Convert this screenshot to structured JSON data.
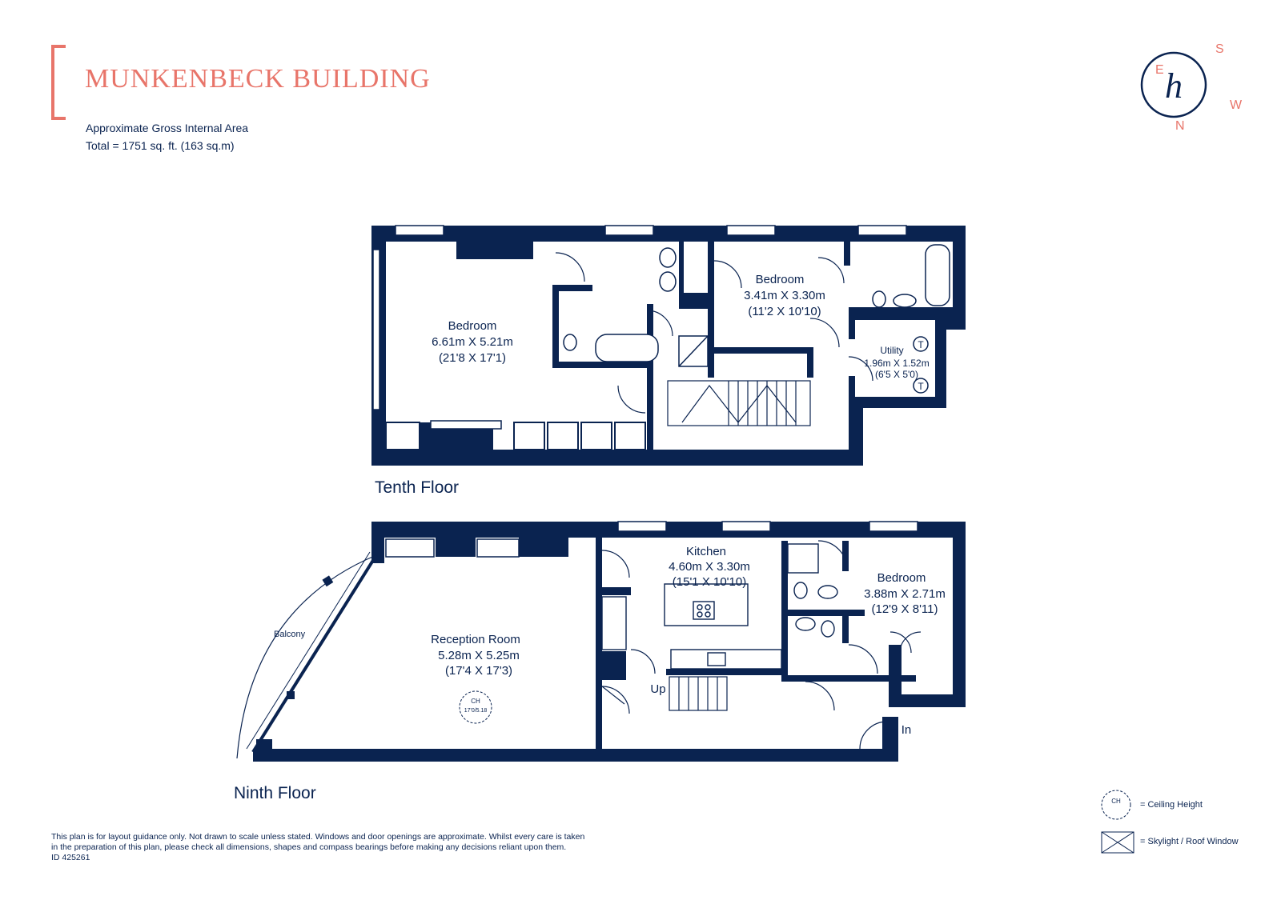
{
  "header": {
    "title": "MUNKENBECK BUILDING",
    "area_label": "Approximate Gross Internal Area",
    "area_total": "Total  =  1751 sq. ft. (163 sq.m)"
  },
  "compass": {
    "north": "N",
    "south": "S",
    "east": "E",
    "west": "W",
    "logo_glyph": "h"
  },
  "tenth_floor": {
    "label": "Tenth Floor",
    "rooms": [
      {
        "name": "Bedroom",
        "dims_m": "6.61m X 5.21m",
        "dims_ft": "(21'8 X 17'1)"
      },
      {
        "name": "Bedroom",
        "dims_m": "3.41m X 3.30m",
        "dims_ft": "(11'2 X 10'10)"
      },
      {
        "name": "Utility",
        "dims_m": "1.96m X 1.52m",
        "dims_ft": "(6'5 X 5'0)"
      }
    ],
    "tank_marker": "T"
  },
  "ninth_floor": {
    "label": "Ninth Floor",
    "rooms": [
      {
        "name": "Kitchen",
        "dims_m": "4.60m X 3.30m",
        "dims_ft": "(15'1 X 10'10)"
      },
      {
        "name": "Bedroom",
        "dims_m": "3.88m X 2.71m",
        "dims_ft": "(12'9 X 8'11)"
      },
      {
        "name": "Reception Room",
        "dims_m": "5.28m X 5.25m",
        "dims_ft": "(17'4 X 17'3)"
      }
    ],
    "balcony": "Balcony",
    "up_label": "Up",
    "entrance_label": "In",
    "ceiling_height": {
      "code": "CH",
      "value": "17'0/5.18"
    }
  },
  "legend": {
    "ch_code": "CH",
    "ch_text": "= Ceiling Height",
    "skylight_text": "= Skylight / Roof Window"
  },
  "disclaimer": {
    "line1": "This plan is for layout guidance only. Not drawn to scale unless stated. Windows and door openings are approximate. Whilst every care is taken",
    "line2": "in the preparation of this plan, please check all dimensions, shapes and compass bearings before making any decisions reliant upon them.",
    "id": "ID 425261"
  },
  "colors": {
    "wall": "#0a2350",
    "accent": "#e8756a",
    "background": "#ffffff"
  }
}
